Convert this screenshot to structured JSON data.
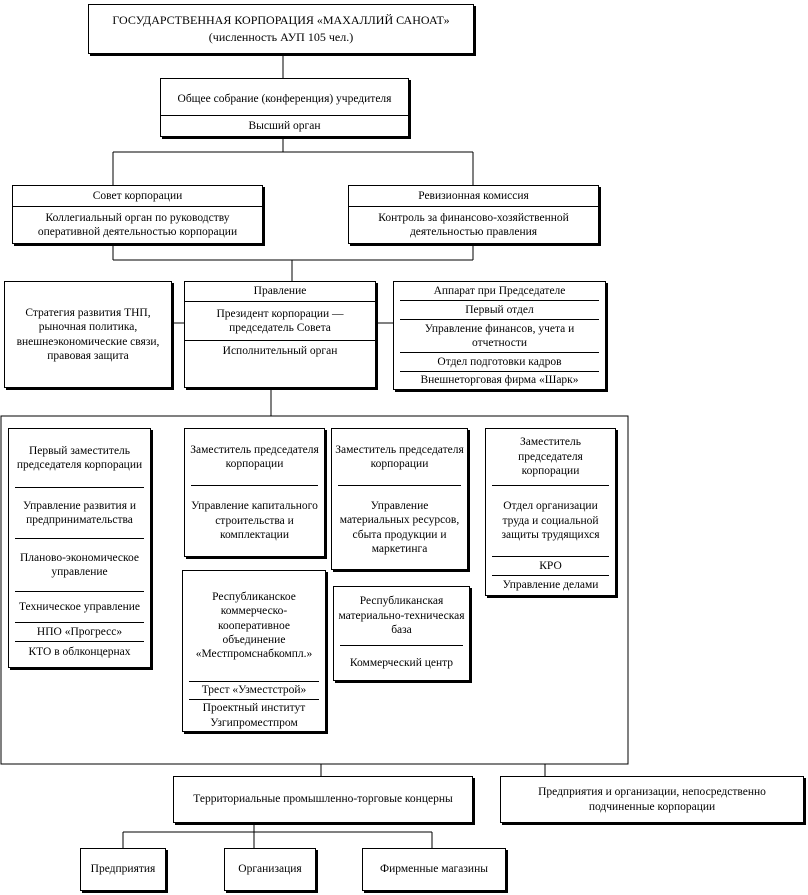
{
  "top": {
    "title": "ГОСУДАРСТВЕННАЯ КОРПОРАЦИЯ «МАХАЛЛИЙ САНОАТ»",
    "subtitle": "(численность АУП 105 чел.)"
  },
  "assembly": {
    "title": "Общее собрание (конференция) учредителя",
    "role": "Высший орган"
  },
  "council": {
    "title": "Совет корпорации",
    "desc": "Коллегиальный орган по руководству оперативной деятельностью корпорации"
  },
  "audit": {
    "title": "Ревизионная комиссия",
    "desc": "Контроль за финансово-хозяйственной деятельностью правления"
  },
  "strategy": {
    "text": "Стратегия развития ТНП, рыночная политика, внешнеэкономические связи, правовая защита"
  },
  "board": {
    "title": "Правление",
    "president": "Президент корпорации — председатель Совета",
    "role": "Исполнительный орган"
  },
  "apparatus": {
    "title": "Аппарат при Председателе",
    "items": [
      "Первый отдел",
      "Управление финансов, учета и отчетности",
      "Отдел подготовки кадров",
      "Внешнеторговая фирма «Шарк»"
    ]
  },
  "deputy1": {
    "title": "Первый заместитель председателя корпорации",
    "items": [
      "Управление развития и предпринимательства",
      "Планово-экономическое управление",
      "Техническое управление",
      "НПО «Прогресс»",
      "КТО в облконцернах"
    ]
  },
  "deputy2": {
    "title": "Заместитель председателя корпорации",
    "item": "Управление капитального строительства и комплектации"
  },
  "republican_coop": {
    "title": "Республиканское коммерческо-кооперативное объединение «Местпромснабкомпл.»",
    "items": [
      "Трест «Узместстрой»",
      "Проектный институт Узгипроместпром"
    ]
  },
  "deputy3": {
    "title": "Заместитель председателя корпорации",
    "item": "Управление материальных ресурсов, сбыта продукции и маркетинга"
  },
  "material_base": {
    "title": "Республиканская материально-техническая база",
    "item": "Коммерческий центр"
  },
  "deputy4": {
    "title": "Заместитель председателя корпорации",
    "items": [
      "Отдел организации труда и социальной защиты трудящихся",
      "КРО",
      "Управление делами"
    ]
  },
  "territorial": {
    "text": "Территориальные промышленно-торговые концерны"
  },
  "direct": {
    "text": "Предприятия и организации, непосредственно подчиненные корпорации"
  },
  "enterprises": {
    "text": "Предприятия"
  },
  "organization": {
    "text": "Организация"
  },
  "shops": {
    "text": "Фирменные магазины"
  }
}
